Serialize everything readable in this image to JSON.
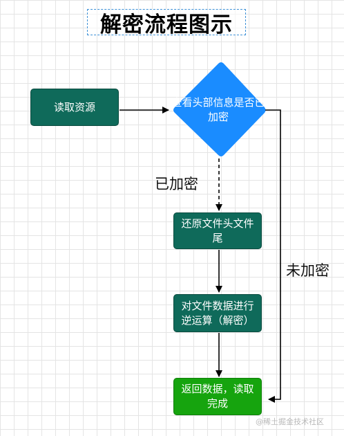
{
  "title": "解密流程图示",
  "nodes": {
    "read": "读取资源",
    "check": "查看头部信息是否已加密",
    "restore": "还原文件头文件尾",
    "decrypt": "对文件数据进行逆运算（解密）",
    "done": "返回数据，读取完成"
  },
  "labels": {
    "encrypted": "已加密",
    "not_encrypted": "未加密"
  },
  "watermark": "@稀土掘金技术社区",
  "colors": {
    "process": "#0f6a5a",
    "decision": "#1a8cff",
    "terminal": "#16a40e"
  }
}
